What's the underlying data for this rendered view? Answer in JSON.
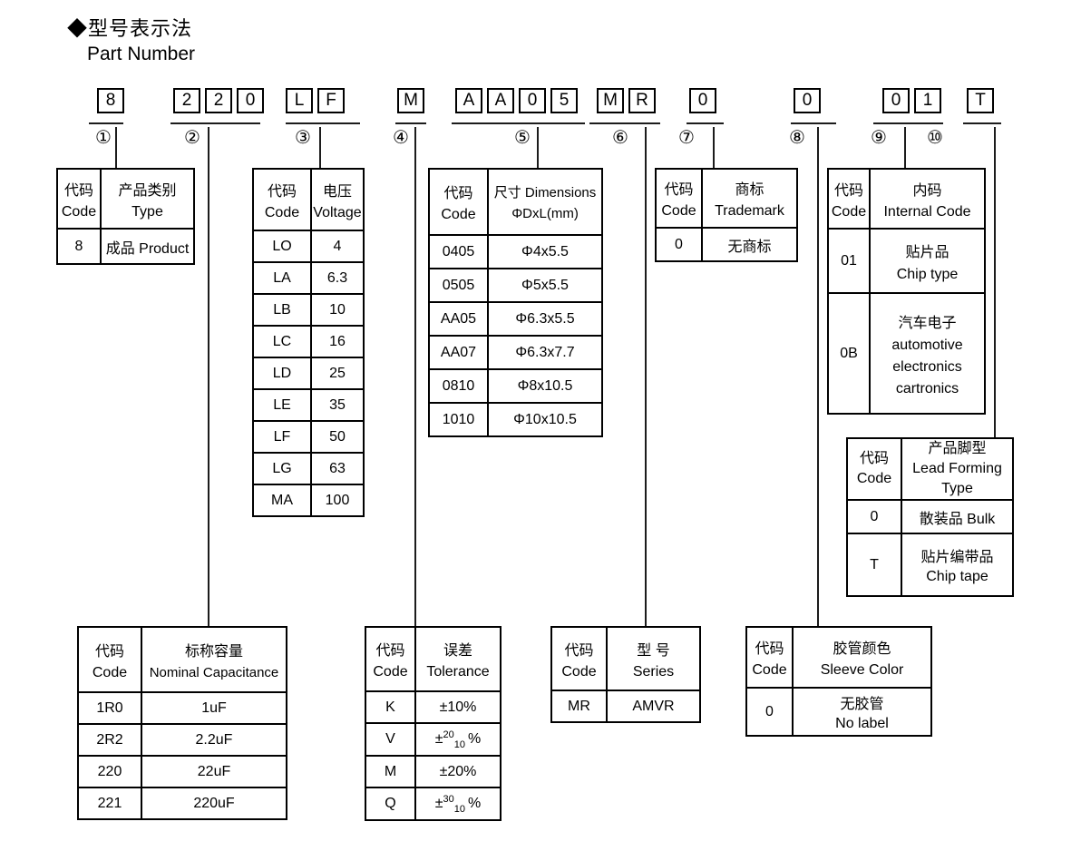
{
  "header": {
    "title_zh": "◆型号表示法",
    "title_en": "Part Number"
  },
  "part_number": {
    "boxes": [
      "8",
      "2",
      "2",
      "0",
      "L",
      "F",
      "M",
      "A",
      "A",
      "0",
      "5",
      "M",
      "R",
      "0",
      "0",
      "0",
      "1",
      "T"
    ],
    "markers": [
      "①",
      "②",
      "③",
      "④",
      "⑤",
      "⑥",
      "⑦",
      "⑧",
      "⑨",
      "⑩"
    ]
  },
  "tables": {
    "product_type": {
      "header": {
        "code_zh": "代码",
        "code_en": "Code",
        "value_zh": "产品类别",
        "value_en": "Type"
      },
      "rows": [
        {
          "code": "8",
          "value": "成品 Product"
        }
      ]
    },
    "voltage": {
      "header": {
        "code_zh": "代码",
        "code_en": "Code",
        "value_zh": "电压",
        "value_en": "Voltage"
      },
      "rows": [
        {
          "code": "LO",
          "value": "4"
        },
        {
          "code": "LA",
          "value": "6.3"
        },
        {
          "code": "LB",
          "value": "10"
        },
        {
          "code": "LC",
          "value": "16"
        },
        {
          "code": "LD",
          "value": "25"
        },
        {
          "code": "LE",
          "value": "35"
        },
        {
          "code": "LF",
          "value": "50"
        },
        {
          "code": "LG",
          "value": "63"
        },
        {
          "code": "MA",
          "value": "100"
        }
      ]
    },
    "dimensions": {
      "header": {
        "code_zh": "代码",
        "code_en": "Code",
        "value_zh": "尺寸 Dimensions",
        "value_en": "ΦDxL(mm)"
      },
      "rows": [
        {
          "code": "0405",
          "value": "Φ4x5.5"
        },
        {
          "code": "0505",
          "value": "Φ5x5.5"
        },
        {
          "code": "AA05",
          "value": "Φ6.3x5.5"
        },
        {
          "code": "AA07",
          "value": "Φ6.3x7.7"
        },
        {
          "code": "0810",
          "value": "Φ8x10.5"
        },
        {
          "code": "1010",
          "value": "Φ10x10.5"
        }
      ]
    },
    "trademark": {
      "header": {
        "code_zh": "代码",
        "code_en": "Code",
        "value_zh": "商标",
        "value_en": "Trademark"
      },
      "rows": [
        {
          "code": "0",
          "value": "无商标"
        }
      ]
    },
    "internal_code": {
      "header": {
        "code_zh": "代码",
        "code_en": "Code",
        "value_zh": "内码",
        "value_en": "Internal Code"
      },
      "rows": [
        {
          "code": "01",
          "lines": [
            "贴片品",
            "Chip type"
          ]
        },
        {
          "code": "0B",
          "lines": [
            "汽车电子",
            "automotive",
            "electronics",
            "cartronics"
          ]
        }
      ]
    },
    "lead_forming": {
      "header": {
        "code_zh": "代码",
        "code_en": "Code",
        "value_lines": [
          "产品脚型",
          "Lead Forming",
          "Type"
        ]
      },
      "rows": [
        {
          "code": "0",
          "lines": [
            "散装品 Bulk"
          ]
        },
        {
          "code": "T",
          "lines": [
            "贴片编带品",
            "Chip tape"
          ]
        }
      ]
    },
    "capacitance": {
      "header": {
        "code_zh": "代码",
        "code_en": "Code",
        "value_zh": "标称容量",
        "value_en": "Nominal Capacitance"
      },
      "rows": [
        {
          "code": "1R0",
          "value": "1uF"
        },
        {
          "code": "2R2",
          "value": "2.2uF"
        },
        {
          "code": "220",
          "value": "22uF"
        },
        {
          "code": "221",
          "value": "220uF"
        }
      ]
    },
    "tolerance": {
      "header": {
        "code_zh": "代码",
        "code_en": "Code",
        "value_zh": "误差",
        "value_en": "Tolerance"
      },
      "rows": [
        {
          "code": "K",
          "value": "±10%"
        },
        {
          "code": "V",
          "prefix": "±",
          "sup": "20",
          "sub": "10",
          "suffix": "%"
        },
        {
          "code": "M",
          "value": "±20%"
        },
        {
          "code": "Q",
          "prefix": "±",
          "sup": "30",
          "sub": "10",
          "suffix": "%"
        }
      ]
    },
    "series": {
      "header": {
        "code_zh": "代码",
        "code_en": "Code",
        "value_zh": "型 号",
        "value_en": "Series"
      },
      "rows": [
        {
          "code": "MR",
          "value": "AMVR"
        }
      ]
    },
    "sleeve_color": {
      "header": {
        "code_zh": "代码",
        "code_en": "Code",
        "value_zh": "胶管颜色",
        "value_en": "Sleeve Color"
      },
      "rows": [
        {
          "code": "0",
          "lines": [
            "无胶管",
            "No label"
          ]
        }
      ]
    }
  }
}
